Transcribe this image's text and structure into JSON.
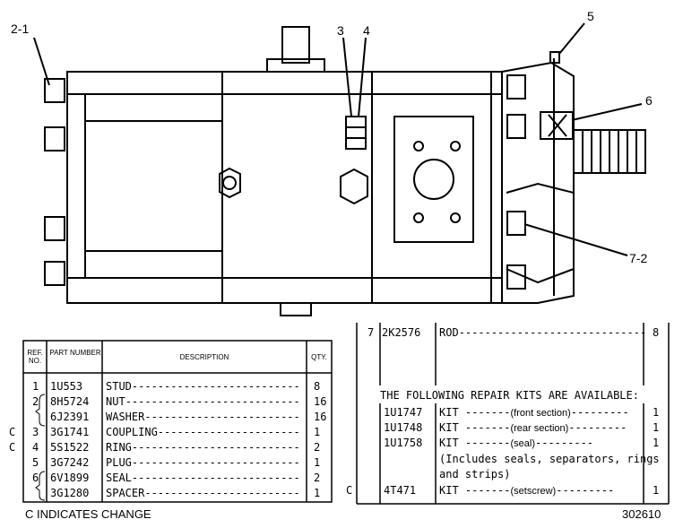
{
  "callouts": {
    "c2_1": "2-1",
    "c3": "3",
    "c4": "4",
    "c5": "5",
    "c6": "6",
    "c7_2": "7-2"
  },
  "left_table": {
    "headers": {
      "ref_no": "REF. NO.",
      "part_number": "PART NUMBER",
      "description": "DESCRIPTION",
      "qty": "QTY."
    },
    "rows": [
      {
        "change": "",
        "ref": "1",
        "part": "1U553",
        "desc": "STUD",
        "qty": "8"
      },
      {
        "change": "",
        "ref": "2",
        "part": "8H5724",
        "desc": "NUT",
        "qty": "16"
      },
      {
        "change": "",
        "ref": "",
        "part": "6J2391",
        "desc": "WASHER",
        "qty": "16"
      },
      {
        "change": "C",
        "ref": "3",
        "part": "3G1741",
        "desc": "COUPLING",
        "qty": "1"
      },
      {
        "change": "C",
        "ref": "4",
        "part": "5S1522",
        "desc": "RING",
        "qty": "2"
      },
      {
        "change": "",
        "ref": "5",
        "part": "3G7242",
        "desc": "PLUG",
        "qty": "1"
      },
      {
        "change": "",
        "ref": "6",
        "part": "6V1899",
        "desc": "SEAL",
        "qty": "2"
      },
      {
        "change": "",
        "ref": "",
        "part": "3G1280",
        "desc": "SPACER",
        "qty": "1"
      }
    ]
  },
  "right_table": {
    "row7": {
      "ref": "7",
      "part": "2K2576",
      "desc": "ROD",
      "qty": "8"
    },
    "kits_heading": "THE FOLLOWING REPAIR KITS ARE AVAILABLE:",
    "kits": [
      {
        "change": "",
        "part": "1U1747",
        "desc": "KIT",
        "detail": "(front section)",
        "qty": "1"
      },
      {
        "change": "",
        "part": "1U1748",
        "desc": "KIT",
        "detail": "(rear section)",
        "qty": "1"
      },
      {
        "change": "",
        "part": "1U1758",
        "desc": "KIT",
        "detail": "(seal)",
        "qty": "1"
      },
      {
        "change": "C",
        "part": "4T471",
        "desc": "KIT",
        "detail": "(setscrew)",
        "qty": "1"
      }
    ],
    "seal_note_line1": "(Includes seals, separators, rings",
    "seal_note_line2": "and strips)"
  },
  "footer": {
    "legend": "C INDICATES CHANGE",
    "illustration_number": "302610"
  }
}
